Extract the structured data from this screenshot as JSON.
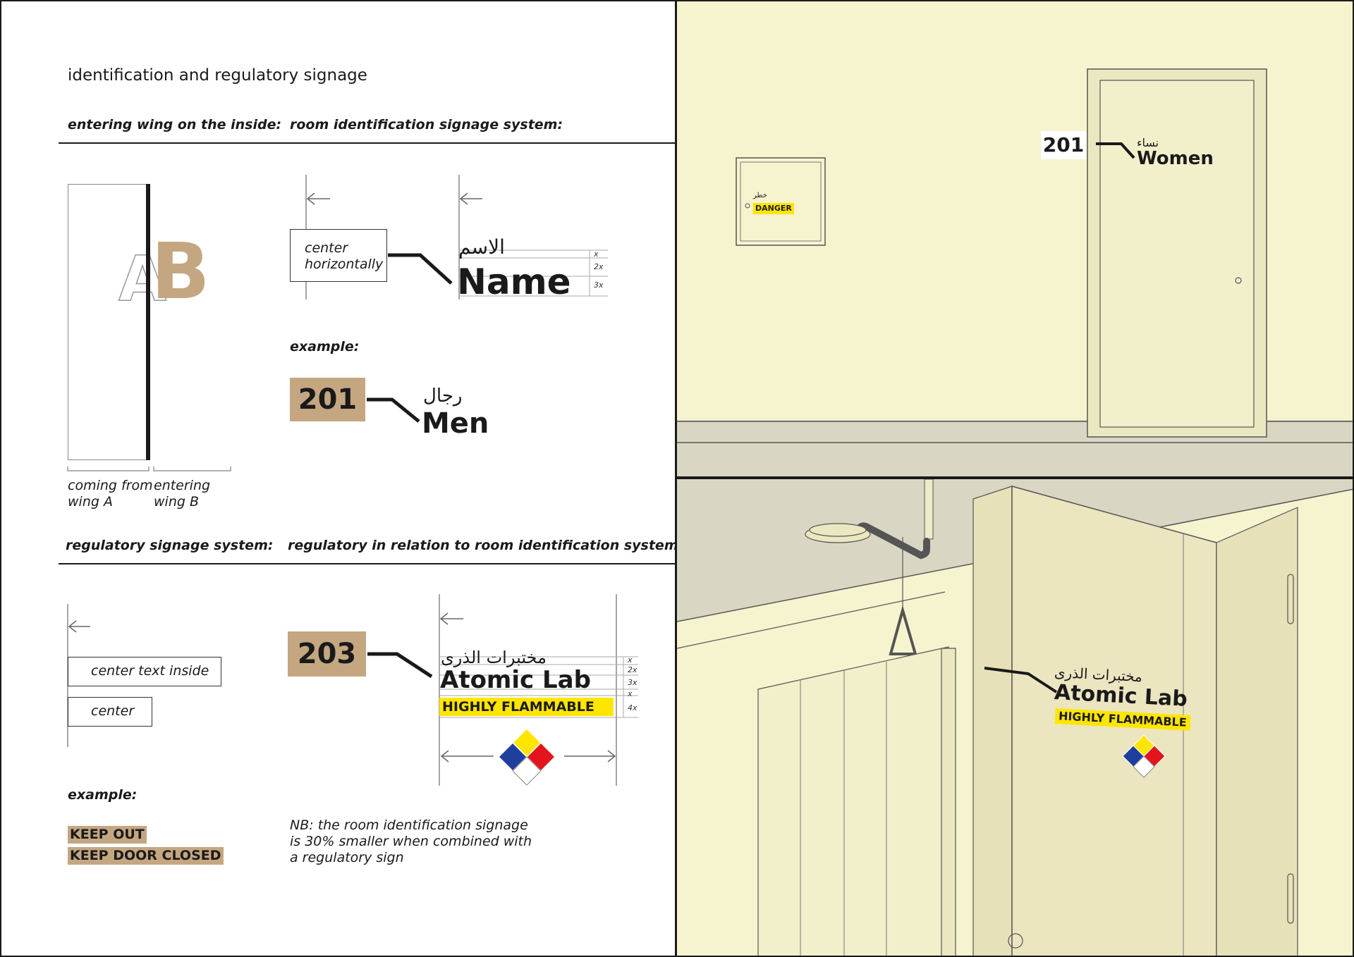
{
  "left": {
    "title": "identification and regulatory signage",
    "section1": {
      "label_a": "entering wing on the inside:",
      "label_b": "room identification signage system:",
      "wing_a_letter": "A",
      "wing_b_letter": "B",
      "caption_a": "coming from\nwing A",
      "caption_b": "entering\nwing B",
      "center_box": "center\nhorizontally",
      "arabic_name": "الاسم",
      "name": "Name",
      "scale": [
        "x",
        "2x",
        "3x"
      ],
      "example_label": "example:",
      "example_number": "201",
      "example_arabic": "رجال",
      "example_name": "Men"
    },
    "section2": {
      "label_a": "regulatory signage system:",
      "label_b": "regulatory in relation to room identification system:",
      "box_inside": "center text inside",
      "box_center": "center",
      "example_label": "example:",
      "keep_out": "KEEP OUT",
      "keep_door_closed": "KEEP DOOR CLOSED",
      "number": "203",
      "arabic_lab": "مختبرات الذرى",
      "lab_name": "Atomic Lab",
      "flammable": "HIGHLY FLAMMABLE",
      "scale": [
        "x",
        "2x",
        "3x",
        "x",
        "4x"
      ],
      "note": "NB: the room identification signage\nis 30% smaller when combined with\na regulatory sign"
    }
  },
  "right_top": {
    "danger_arabic": "خطر",
    "danger": "DANGER",
    "room_number": "201",
    "arabic_women": "نساء",
    "women": "Women"
  },
  "right_bottom": {
    "arabic_lab": "مختبرات الذرى",
    "lab_name": "Atomic Lab",
    "flammable": "HIGHLY FLAMMABLE"
  },
  "colors": {
    "kraft": "#c4a781",
    "yellow": "#ffe600",
    "wall": "#f6f3cf",
    "floor": "#d9d6c4",
    "hazard_red": "#e3141c",
    "hazard_blue": "#1f3f9e",
    "hazard_yellow": "#ffe600"
  }
}
